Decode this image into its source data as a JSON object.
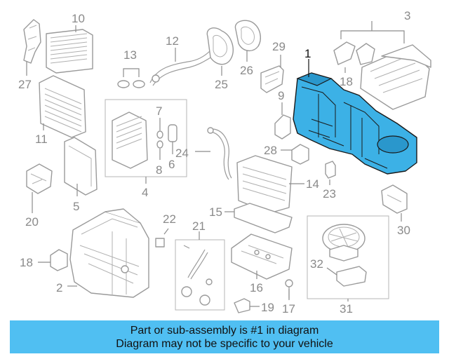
{
  "diagram": {
    "highlighted_part": "1",
    "callouts": [
      "1",
      "2",
      "3",
      "4",
      "5",
      "6",
      "7",
      "8",
      "9",
      "10",
      "11",
      "12",
      "13",
      "14",
      "15",
      "16",
      "17",
      "18",
      "18",
      "19",
      "20",
      "21",
      "22",
      "23",
      "24",
      "25",
      "26",
      "27",
      "28",
      "29",
      "30",
      "31",
      "32"
    ]
  },
  "banner": {
    "line1": "Part or sub-assembly is #1 in diagram",
    "line2": "Diagram may not be specific to your vehicle"
  },
  "colors": {
    "highlight": "#3cb1e6",
    "banner": "#50bff2",
    "lines": "#9a9a9a"
  }
}
